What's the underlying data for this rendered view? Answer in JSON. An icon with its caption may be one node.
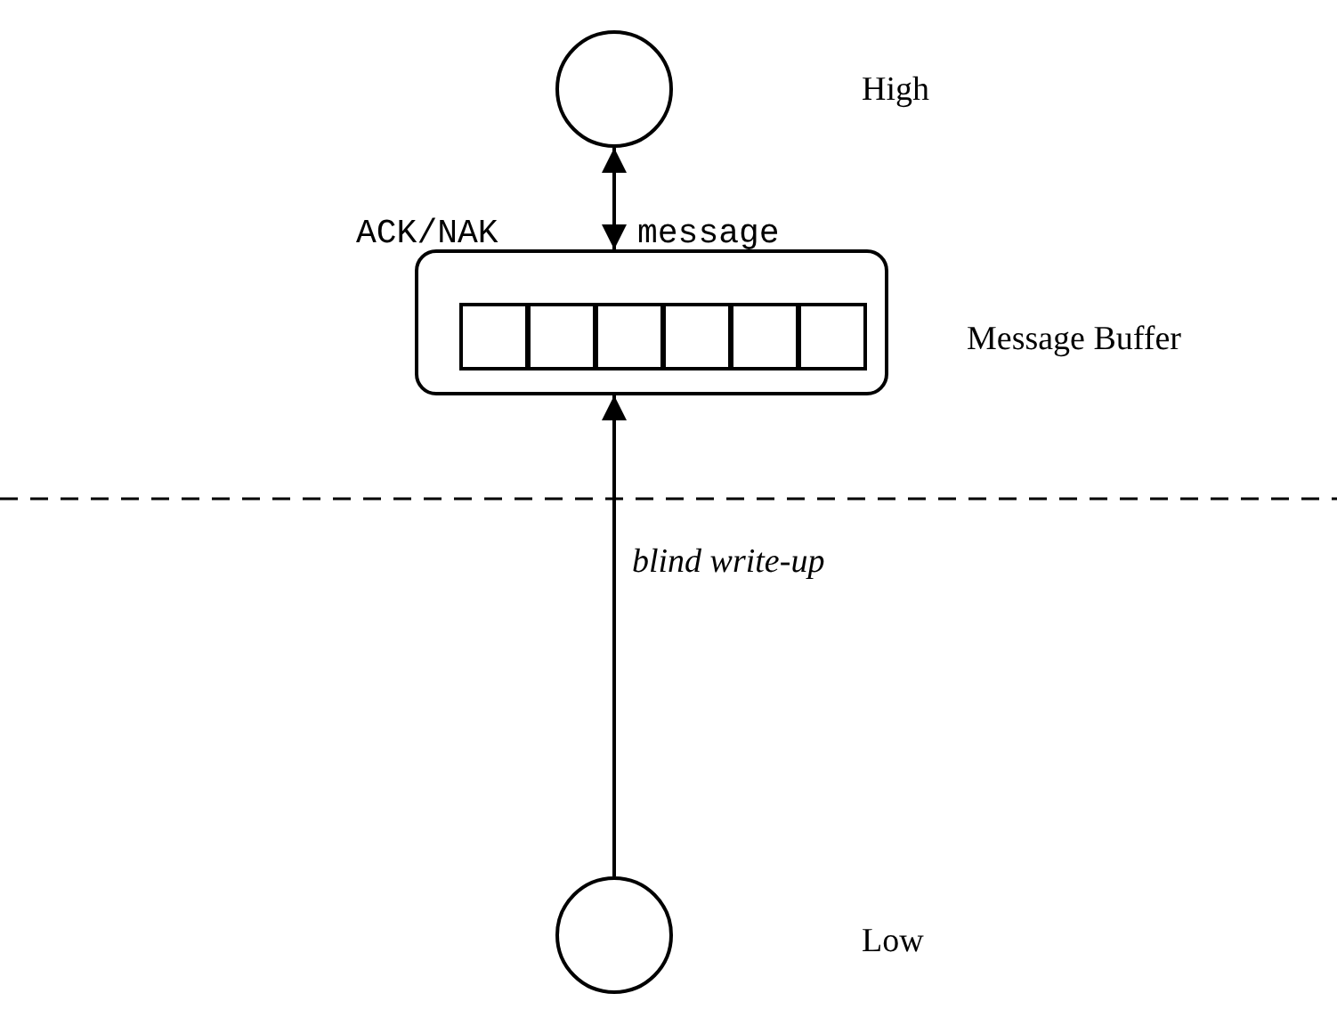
{
  "diagram": {
    "nodes": [
      {
        "text": [],
        "shape": "circle"
      },
      {
        "text": [],
        "shape": "box",
        "beside": [
          "Message Buffer"
        ]
      },
      {
        "text": [],
        "shape": "box",
        "in": 1
      },
      {
        "text": [],
        "shape": "box",
        "in": 1
      },
      {
        "text": [],
        "shape": "box",
        "in": 1
      },
      {
        "text": [],
        "shape": "box",
        "in": 1
      },
      {
        "text": [],
        "shape": "box",
        "in": 1
      },
      {
        "text": [],
        "shape": "box",
        "in": 1
      },
      {
        "text": [],
        "shape": "circle"
      }
    ],
    "edges": [
      {
        "from": 0,
        "to": 1,
        "arrow": "both"
      },
      {
        "from": 8,
        "to": 1,
        "arrow": "to",
        "label": "blind write-up"
      }
    ],
    "labels": [
      "High",
      "ACK/NAK",
      "message",
      "Low"
    ]
  }
}
